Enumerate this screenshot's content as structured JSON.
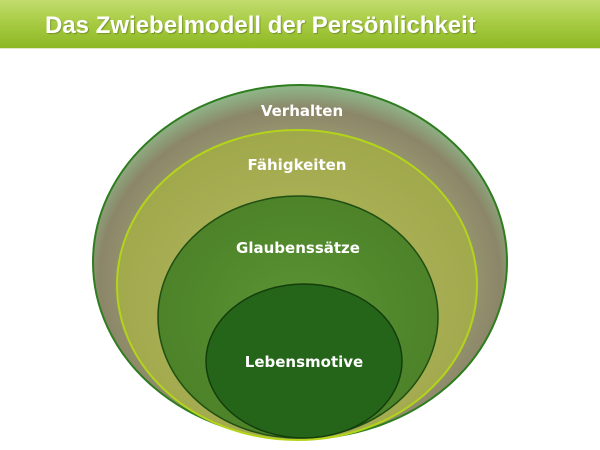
{
  "header": {
    "title": "Das Zwiebelmodell der Persönlichkeit"
  },
  "diagram": {
    "layers": [
      {
        "label": "Verhalten",
        "color": "#8fa87a"
      },
      {
        "label": "Fähigkeiten",
        "color": "#a4ad4c"
      },
      {
        "label": "Glaubenssätze",
        "color": "#4f8a2a"
      },
      {
        "label": "Lebensmotive",
        "color": "#25651a"
      }
    ]
  }
}
